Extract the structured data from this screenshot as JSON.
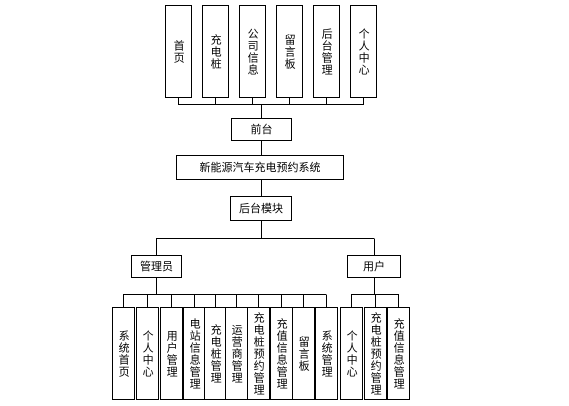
{
  "frontend": {
    "modules": [
      "首页",
      "充电桩",
      "公司信息",
      "留言板",
      "后台管理",
      "个人中心"
    ],
    "label": "前台"
  },
  "system": {
    "title": "新能源汽车充电预约系统"
  },
  "backend": {
    "label": "后台模块"
  },
  "admin": {
    "label": "管理员",
    "modules": [
      "系统首页",
      "个人中心",
      "用户管理",
      "电站信息管理",
      "充电桩管理",
      "运营商管理",
      "充电桩预约管理",
      "充值信息管理",
      "留言板",
      "系统管理"
    ]
  },
  "user": {
    "label": "用户",
    "modules": [
      "个人中心",
      "充电桩预约管理",
      "充值信息管理"
    ]
  }
}
